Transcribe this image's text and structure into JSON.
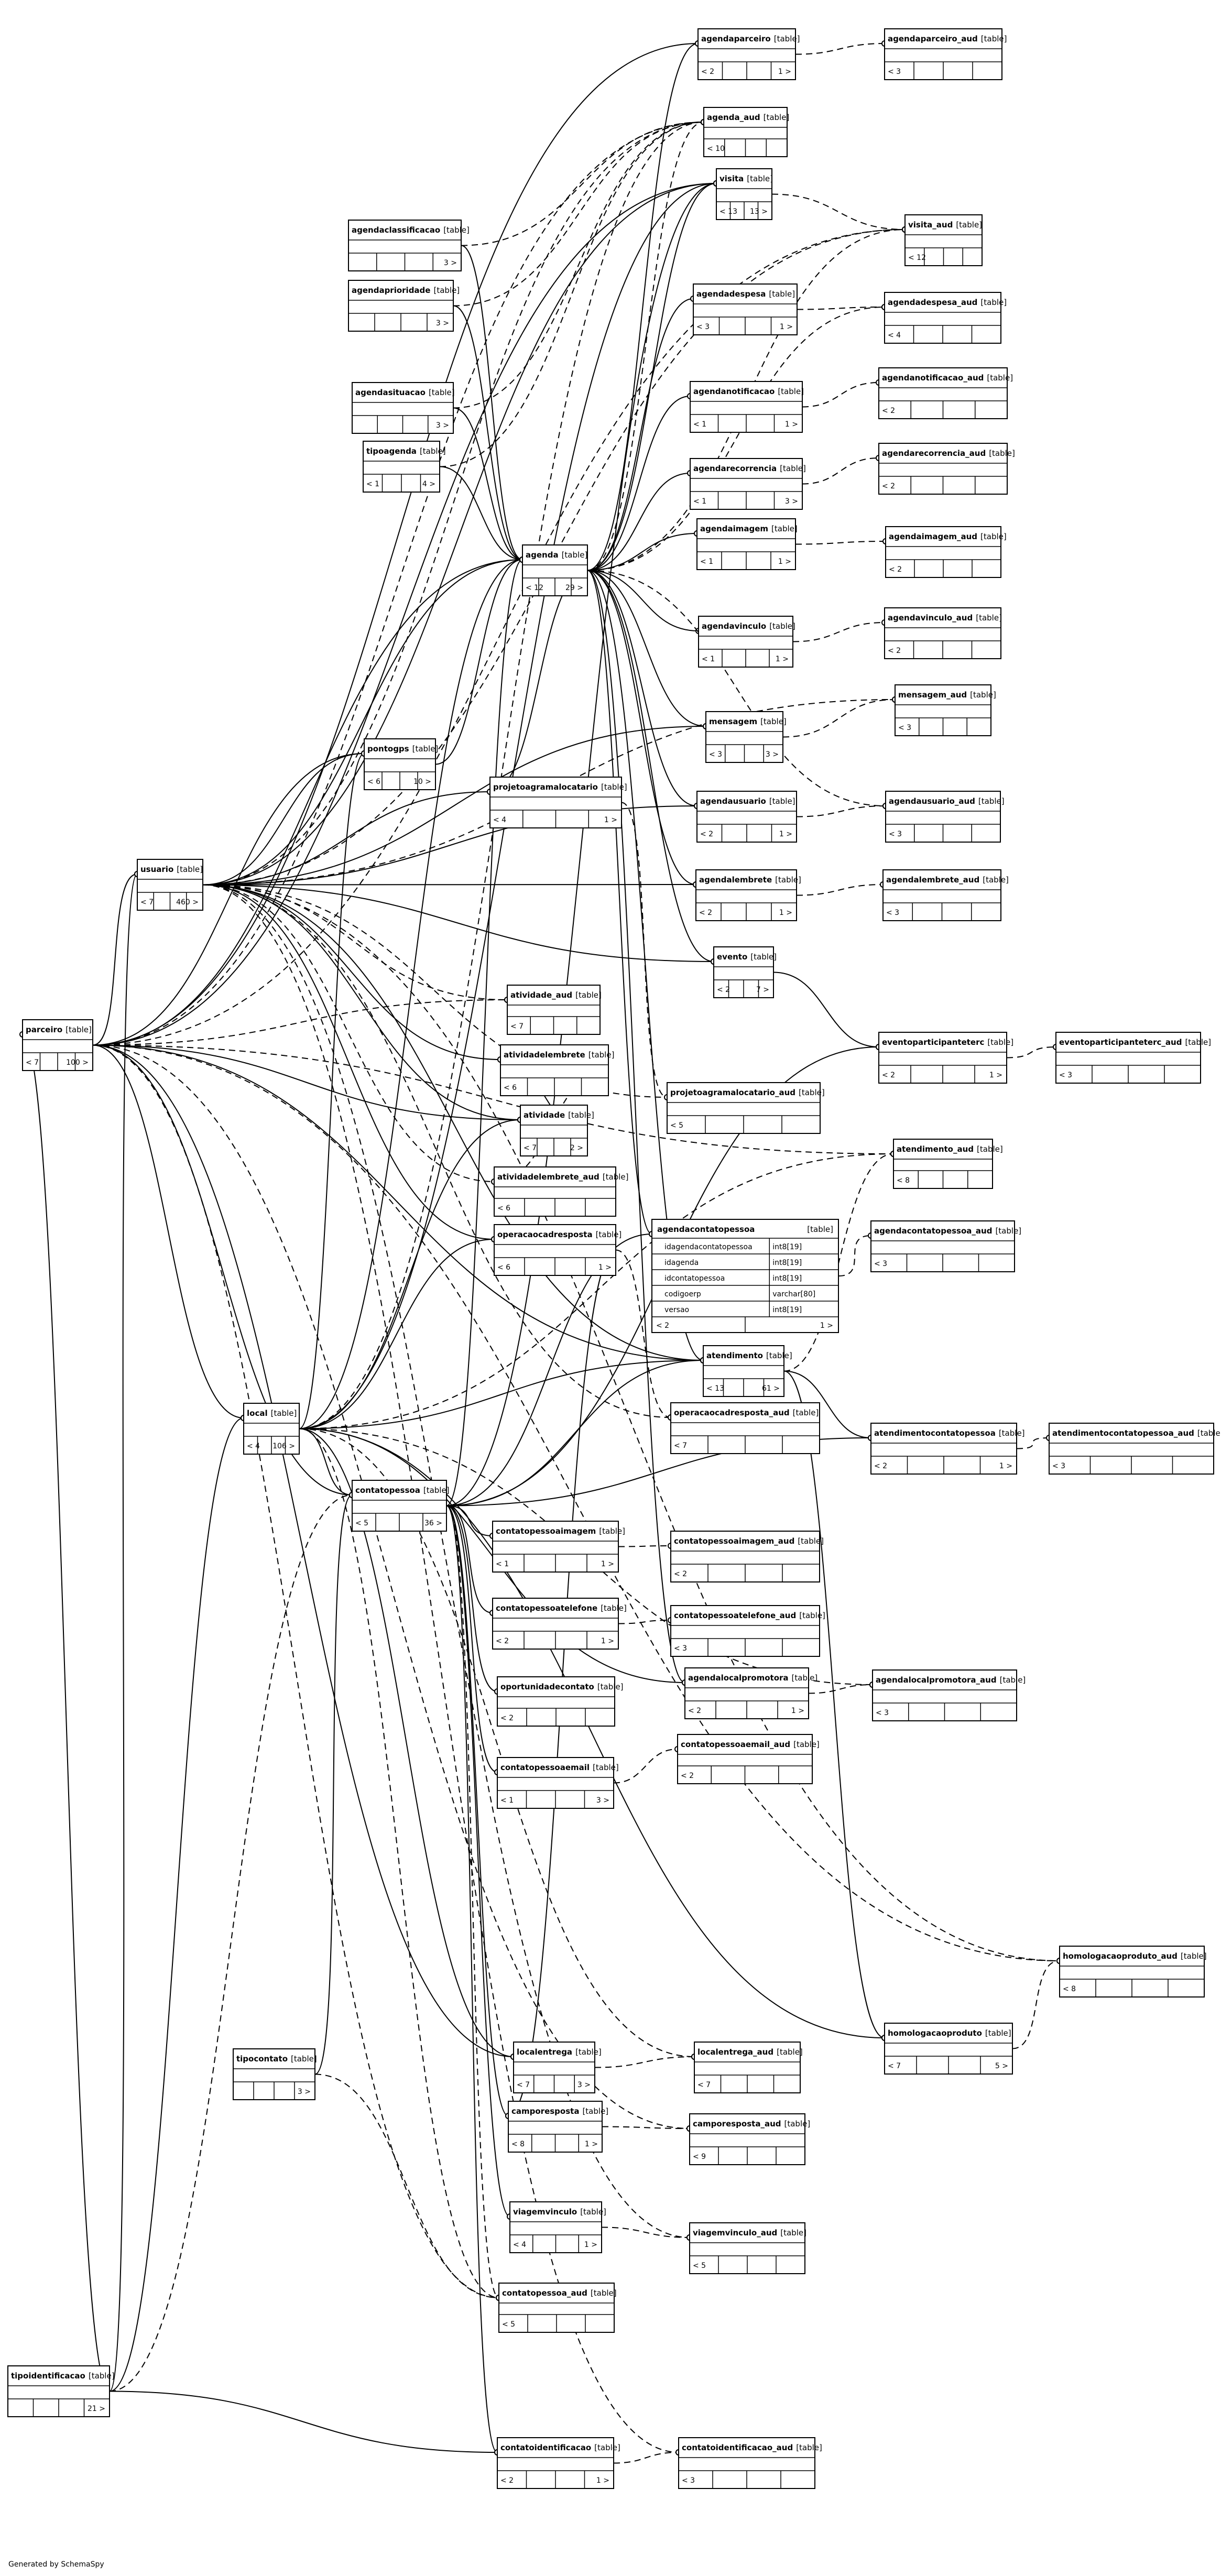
{
  "diagram": {
    "table_tag": "[table]",
    "credit": "Generated by SchemaSpy",
    "tables": [
      {
        "name": "agendaparceiro",
        "parents": "< 2",
        "children": "1 >"
      },
      {
        "name": "agendaparceiro_aud",
        "parents": "< 3",
        "children": ""
      },
      {
        "name": "agenda_aud",
        "parents": "< 10",
        "children": ""
      },
      {
        "name": "visita",
        "parents": "< 13",
        "children": "13 >"
      },
      {
        "name": "visita_aud",
        "parents": "< 12",
        "children": ""
      },
      {
        "name": "agendaclassificacao",
        "parents": "",
        "children": "3 >"
      },
      {
        "name": "agendaprioridade",
        "parents": "",
        "children": "3 >"
      },
      {
        "name": "agendadespesa",
        "parents": "< 3",
        "children": "1 >"
      },
      {
        "name": "agendadespesa_aud",
        "parents": "< 4",
        "children": ""
      },
      {
        "name": "agendasituacao",
        "parents": "",
        "children": "3 >"
      },
      {
        "name": "agendanotificacao",
        "parents": "< 1",
        "children": "1 >"
      },
      {
        "name": "agendanotificacao_aud",
        "parents": "< 2",
        "children": ""
      },
      {
        "name": "tipoagenda",
        "parents": "< 1",
        "children": "4 >"
      },
      {
        "name": "agendarecorrencia",
        "parents": "< 1",
        "children": "3 >"
      },
      {
        "name": "agendarecorrencia_aud",
        "parents": "< 2",
        "children": ""
      },
      {
        "name": "agendaimagem",
        "parents": "< 1",
        "children": "1 >"
      },
      {
        "name": "agendaimagem_aud",
        "parents": "< 2",
        "children": ""
      },
      {
        "name": "agenda",
        "parents": "< 12",
        "children": "29 >"
      },
      {
        "name": "agendavinculo",
        "parents": "< 1",
        "children": "1 >"
      },
      {
        "name": "agendavinculo_aud",
        "parents": "< 2",
        "children": ""
      },
      {
        "name": "mensagem",
        "parents": "< 3",
        "children": "3 >"
      },
      {
        "name": "mensagem_aud",
        "parents": "< 3",
        "children": ""
      },
      {
        "name": "pontogps",
        "parents": "< 6",
        "children": "10 >"
      },
      {
        "name": "projetoagramalocatario",
        "parents": "< 4",
        "children": "1 >"
      },
      {
        "name": "agendausuario",
        "parents": "< 2",
        "children": "1 >"
      },
      {
        "name": "agendausuario_aud",
        "parents": "< 3",
        "children": ""
      },
      {
        "name": "usuario",
        "parents": "< 7",
        "children": "460 >"
      },
      {
        "name": "agendalembrete",
        "parents": "< 2",
        "children": "1 >"
      },
      {
        "name": "agendalembrete_aud",
        "parents": "< 3",
        "children": ""
      },
      {
        "name": "evento",
        "parents": "< 2",
        "children": "7 >"
      },
      {
        "name": "atividade_aud",
        "parents": "< 7",
        "children": ""
      },
      {
        "name": "parceiro",
        "parents": "< 7",
        "children": "100 >"
      },
      {
        "name": "eventoparticipanteterc",
        "parents": "< 2",
        "children": "1 >"
      },
      {
        "name": "eventoparticipanteterc_aud",
        "parents": "< 3",
        "children": ""
      },
      {
        "name": "atividadelembrete",
        "parents": "< 6",
        "children": ""
      },
      {
        "name": "projetoagramalocatario_aud",
        "parents": "< 5",
        "children": ""
      },
      {
        "name": "atividade",
        "parents": "< 7",
        "children": "2 >"
      },
      {
        "name": "atendimento_aud",
        "parents": "< 8",
        "children": ""
      },
      {
        "name": "atividadelembrete_aud",
        "parents": "< 6",
        "children": ""
      },
      {
        "name": "operacaocadresposta",
        "parents": "< 6",
        "children": "1 >"
      },
      {
        "name": "agendacontatopessoa_aud",
        "parents": "< 3",
        "children": ""
      },
      {
        "name": "atendimento",
        "parents": "< 13",
        "children": "61 >"
      },
      {
        "name": "local",
        "parents": "< 4",
        "children": "106 >"
      },
      {
        "name": "operacaocadresposta_aud",
        "parents": "< 7",
        "children": ""
      },
      {
        "name": "atendimentocontatopessoa",
        "parents": "< 2",
        "children": "1 >"
      },
      {
        "name": "atendimentocontatopessoa_aud",
        "parents": "< 3",
        "children": ""
      },
      {
        "name": "contatopessoa",
        "parents": "< 5",
        "children": "36 >"
      },
      {
        "name": "contatopessoaimagem",
        "parents": "< 1",
        "children": "1 >"
      },
      {
        "name": "contatopessoaimagem_aud",
        "parents": "< 2",
        "children": ""
      },
      {
        "name": "contatopessoatelefone",
        "parents": "< 2",
        "children": "1 >"
      },
      {
        "name": "contatopessoatelefone_aud",
        "parents": "< 3",
        "children": ""
      },
      {
        "name": "agendalocalpromotora",
        "parents": "< 2",
        "children": "1 >"
      },
      {
        "name": "agendalocalpromotora_aud",
        "parents": "< 3",
        "children": ""
      },
      {
        "name": "oportunidadecontato",
        "parents": "< 2",
        "children": ""
      },
      {
        "name": "contatopessoaemail",
        "parents": "< 1",
        "children": "3 >"
      },
      {
        "name": "contatopessoaemail_aud",
        "parents": "< 2",
        "children": ""
      },
      {
        "name": "homologacaoproduto_aud",
        "parents": "< 8",
        "children": ""
      },
      {
        "name": "homologacaoproduto",
        "parents": "< 7",
        "children": "5 >"
      },
      {
        "name": "tipocontato",
        "parents": "",
        "children": "3 >"
      },
      {
        "name": "localentrega",
        "parents": "< 7",
        "children": "3 >"
      },
      {
        "name": "localentrega_aud",
        "parents": "< 7",
        "children": ""
      },
      {
        "name": "camporesposta",
        "parents": "< 8",
        "children": "1 >"
      },
      {
        "name": "camporesposta_aud",
        "parents": "< 9",
        "children": ""
      },
      {
        "name": "viagemvinculo",
        "parents": "< 4",
        "children": "1 >"
      },
      {
        "name": "viagemvinculo_aud",
        "parents": "< 5",
        "children": ""
      },
      {
        "name": "contatopessoa_aud",
        "parents": "< 5",
        "children": ""
      },
      {
        "name": "tipoidentificacao",
        "parents": "",
        "children": "21 >"
      },
      {
        "name": "contatoidentificacao",
        "parents": "< 2",
        "children": "1 >"
      },
      {
        "name": "contatoidentificacao_aud",
        "parents": "< 3",
        "children": ""
      }
    ],
    "detail_table": {
      "name": "agendacontatopessoa",
      "parents": "< 2",
      "children": "1 >",
      "columns": [
        {
          "name": "idagendacontatopessoa",
          "type": "int8[19]"
        },
        {
          "name": "idagenda",
          "type": "int8[19]"
        },
        {
          "name": "idcontatopessoa",
          "type": "int8[19]"
        },
        {
          "name": "codigoerp",
          "type": "varchar[80]"
        },
        {
          "name": "versao",
          "type": "int8[19]"
        }
      ]
    }
  }
}
